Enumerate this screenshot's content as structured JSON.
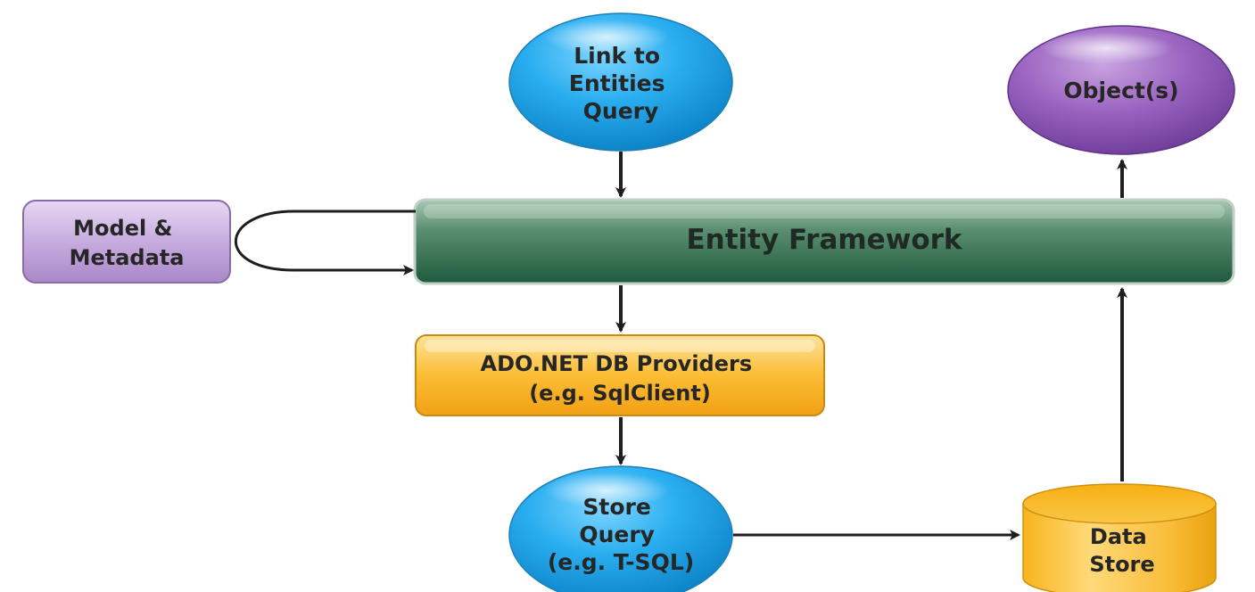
{
  "diagram": {
    "link_query": {
      "lines": [
        "Link to",
        "Entities",
        "Query"
      ]
    },
    "objects": {
      "lines": [
        "Object(s)"
      ]
    },
    "model_metadata": {
      "lines": [
        "Model &",
        "Metadata"
      ]
    },
    "entity_framework": {
      "label": "Entity Framework"
    },
    "ado_providers": {
      "lines": [
        "ADO.NET DB Providers",
        "(e.g. SqlClient)"
      ]
    },
    "store_query": {
      "lines": [
        "Store",
        "Query",
        "(e.g. T-SQL)"
      ]
    },
    "data_store": {
      "lines": [
        "Data",
        "Store"
      ]
    }
  }
}
